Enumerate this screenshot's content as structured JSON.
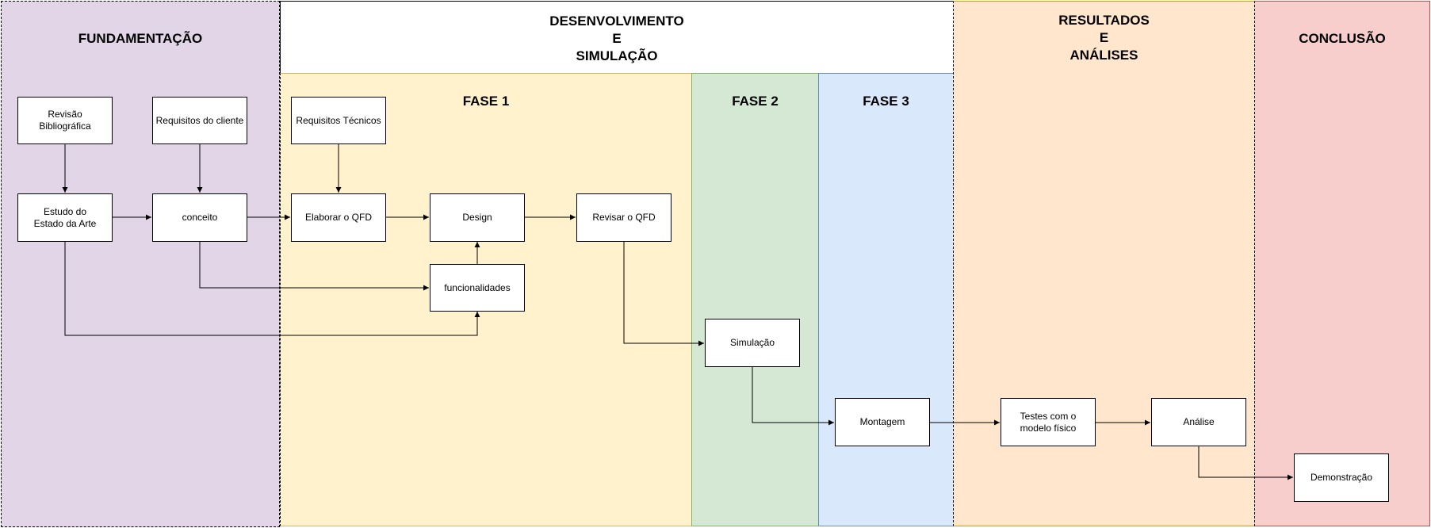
{
  "lanes": {
    "fundamentacao": {
      "title": "FUNDAMENTAÇÃO",
      "color": "#e1d5e7"
    },
    "desenvolvimento": {
      "title": "DESENVOLVIMENTO\nE\nSIMULAÇÃO",
      "color": "#ffffff"
    },
    "fase1": {
      "title": "FASE 1",
      "color": "#fff2cc"
    },
    "fase2": {
      "title": "FASE 2",
      "color": "#d5e8d4"
    },
    "fase3": {
      "title": "FASE 3",
      "color": "#dae8fc"
    },
    "resultados": {
      "title": "RESULTADOS\nE\nANÁLISES",
      "color": "#ffe6cc"
    },
    "conclusao": {
      "title": "CONCLUSÃO",
      "color": "#f8cecc"
    }
  },
  "nodes": {
    "revisao": "Revisão\nBibliográfica",
    "requisitos_cliente": "Requisitos do cliente",
    "requisitos_tecnicos": "Requisitos Técnicos",
    "estado_arte": "Estudo do\nEstado da Arte",
    "conceito": "conceito",
    "elaborar_qfd": "Elaborar o QFD",
    "design": "Design",
    "revisar_qfd": "Revisar o QFD",
    "funcionalidades": "funcionalidades",
    "simulacao": "Simulação",
    "montagem": "Montagem",
    "testes": "Testes com o\nmodelo físico",
    "analise": "Análise",
    "demonstracao": "Demonstração"
  }
}
